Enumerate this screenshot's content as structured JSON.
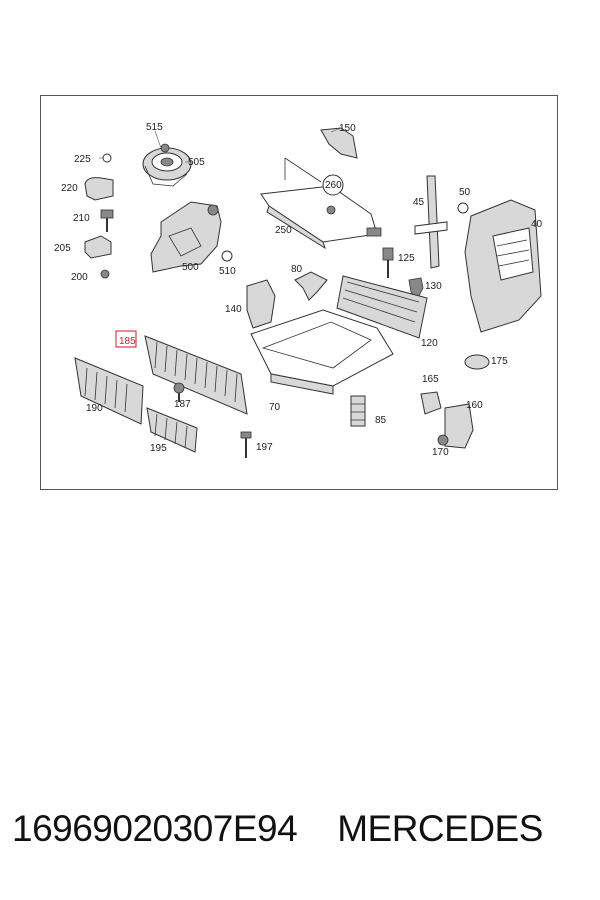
{
  "diagram": {
    "highlight_color": "#d11a2a",
    "highlighted_part": "185",
    "part_labels": {
      "p515": "515",
      "p225": "225",
      "p505": "505",
      "p220": "220",
      "p210": "210",
      "p205": "205",
      "p200": "200",
      "p500": "500",
      "p510": "510",
      "p150": "150",
      "p260": "260",
      "p250": "250",
      "p80": "80",
      "p140": "140",
      "p125": "125",
      "p130": "130",
      "p45": "45",
      "p50": "50",
      "p40": "40",
      "p185": "185",
      "p120": "120",
      "p175": "175",
      "p187": "187",
      "p190": "190",
      "p70": "70",
      "p165": "165",
      "p160": "160",
      "p85": "85",
      "p195": "195",
      "p197": "197",
      "p170": "170"
    }
  },
  "caption": {
    "part_number": "16969020307E94",
    "brand": "MERCEDES"
  }
}
